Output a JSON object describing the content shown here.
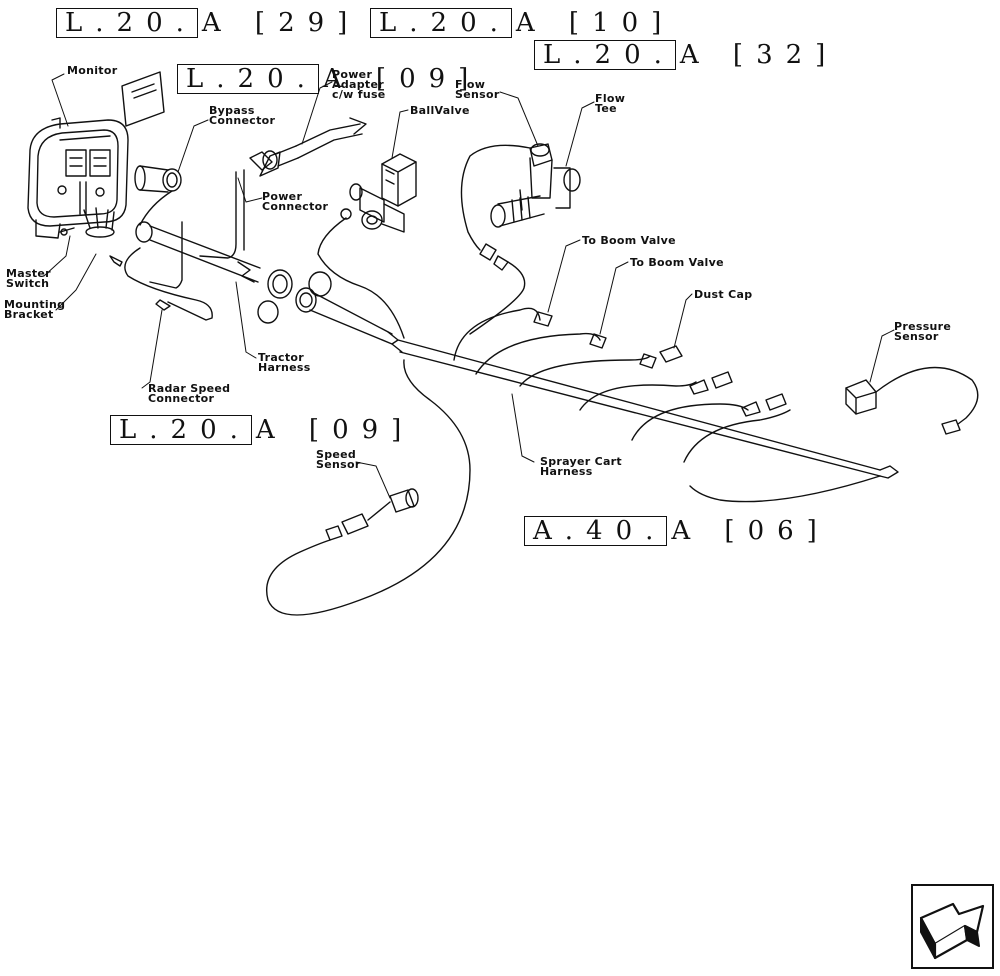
{
  "references": [
    {
      "id": "ref-l20a-29",
      "boxed": "L.20.",
      "tail": "A [29]"
    },
    {
      "id": "ref-l20a-10",
      "boxed": "L.20.",
      "tail": "A [10]"
    },
    {
      "id": "ref-l20a-32",
      "boxed": "L.20.",
      "tail": "A [32]"
    },
    {
      "id": "ref-l20a-09-top",
      "boxed": "L.20.",
      "tail": "A [09]"
    },
    {
      "id": "ref-l20a-09-mid",
      "boxed": "L.20.",
      "tail": "A [09]"
    },
    {
      "id": "ref-a40a-06",
      "boxed": "A.40.",
      "tail": "A [06]"
    }
  ],
  "labels": {
    "monitor": "Monitor",
    "bypass_connector": "Bypass\nConnector",
    "power_adapter": "Power\nAdapter\nc/w fuse",
    "ball_valve": "BallValve",
    "flow_sensor": "Flow\nSensor",
    "flow_tee": "Flow\nTee",
    "power_connector": "Power\nConnector",
    "to_boom_valve_1": "To Boom Valve",
    "to_boom_valve_2": "To Boom Valve",
    "dust_cap": "Dust Cap",
    "pressure_sensor": "Pressure\nSensor",
    "master_switch": "Master\nSwitch",
    "mounting_bracket": "Mounting\nBracket",
    "tractor_harness": "Tractor\nHarness",
    "radar_speed_connector": "Radar Speed\nConnector",
    "speed_sensor": "Speed\nSensor",
    "sprayer_cart_harness": "Sprayer Cart\nHarness"
  },
  "navigation": {
    "icon": "next-page-arrow-icon"
  }
}
